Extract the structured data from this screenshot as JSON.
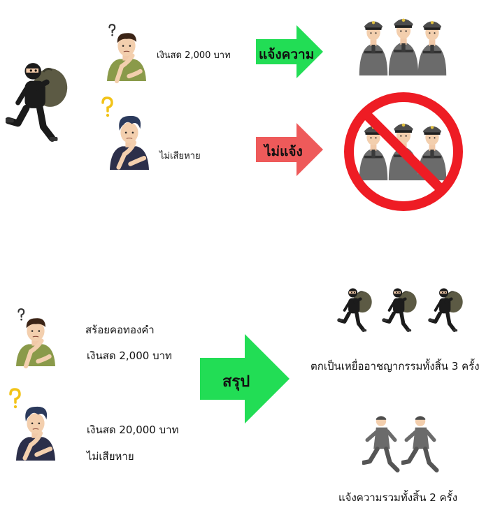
{
  "top": {
    "victim1_text": "เงินสด 2,000 บาท",
    "victim2_text": "ไม่เสียหาย",
    "arrow_report": "แจ้งความ",
    "arrow_no_report": "ไม่แจ้ง"
  },
  "bottom": {
    "victim1_line1": "สร้อยคอทองคำ",
    "victim1_line2": "เงินสด 2,000 บาท",
    "victim2_line1": "เงินสด 20,000 บาท",
    "victim2_line2": "ไม่เสียหาย",
    "summary_arrow": "สรุป",
    "crime_count_text": "ตกเป็นเหยื่ออาชญากรรมทั้งสิ้น 3 ครั้ง",
    "report_count_text": "แจ้งความรวมทั้งสิ้น 2 ครั้ง"
  },
  "colors": {
    "arrow_green": "#22dd55",
    "arrow_red": "#ee5a5a",
    "prohibition_red": "#ee1c24",
    "shirt_olive": "#8a9a4a",
    "shirt_navy": "#2c2f4a",
    "police_gray": "#6b6b6b",
    "thief_black": "#1b1b1b",
    "question_yellow": "#f2c318"
  },
  "icons": [
    "thief-icon",
    "thinking-man-icon",
    "police-group-icon",
    "prohibition-icon",
    "running-police-icon"
  ]
}
